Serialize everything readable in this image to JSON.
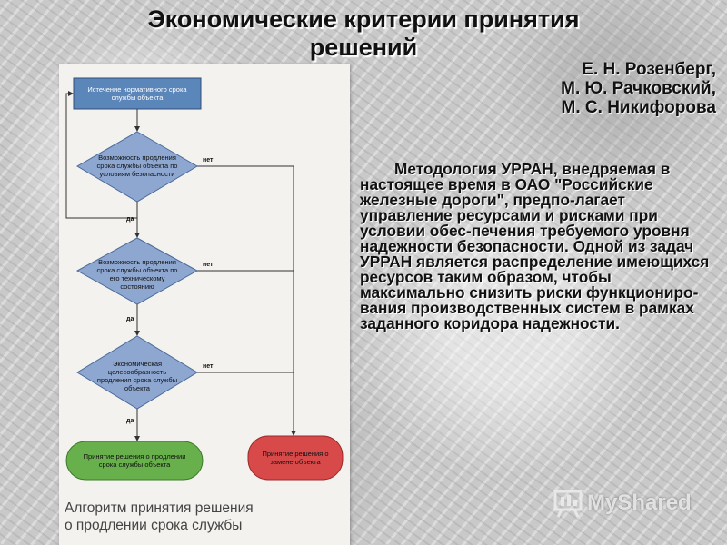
{
  "slide": {
    "title_line1": "Экономические критерии принятия",
    "title_line2": "решений",
    "authors": [
      "Е. Н. Розенберг,",
      "М. Ю.  Рачковский,",
      "М. С. Никифорова"
    ],
    "body": "Методология УРРАН, внедряемая в настоящее время в ОАО \"Российские железные дороги\", предпо-лагает управление ресурсами и рисками при условии обес-печения требуемого уровня надежности безопасности. Одной из задач УРРАН является распределение имеющихся ресурсов таким образом, чтобы максимально снизить риски функциониро-вания производственных систем в рамках заданного коридора надежности.",
    "watermark": "MyShared"
  },
  "flowchart": {
    "start": "Истечение нормативного срока службы объекта",
    "decision1": "Возможность продления срока службы объекта по условиям безопасности",
    "decision2": "Возможность продления срока службы объекта по его техническому состоянию",
    "decision3": "Экономическая целесообразность продления срока службы объекта",
    "end_extend": "Принятие решения о продлении срока службы объекта",
    "end_replace": "Принятие решения о замене объекта",
    "yes_label": "да",
    "no_label": "нет",
    "caption_line1": "Алгоритм принятия решения",
    "caption_line2": "о продлении срока службы",
    "colors": {
      "start": "#5b86b9",
      "decision": "#8da7d0",
      "extend": "#67b04b",
      "replace": "#d84a4a"
    }
  }
}
